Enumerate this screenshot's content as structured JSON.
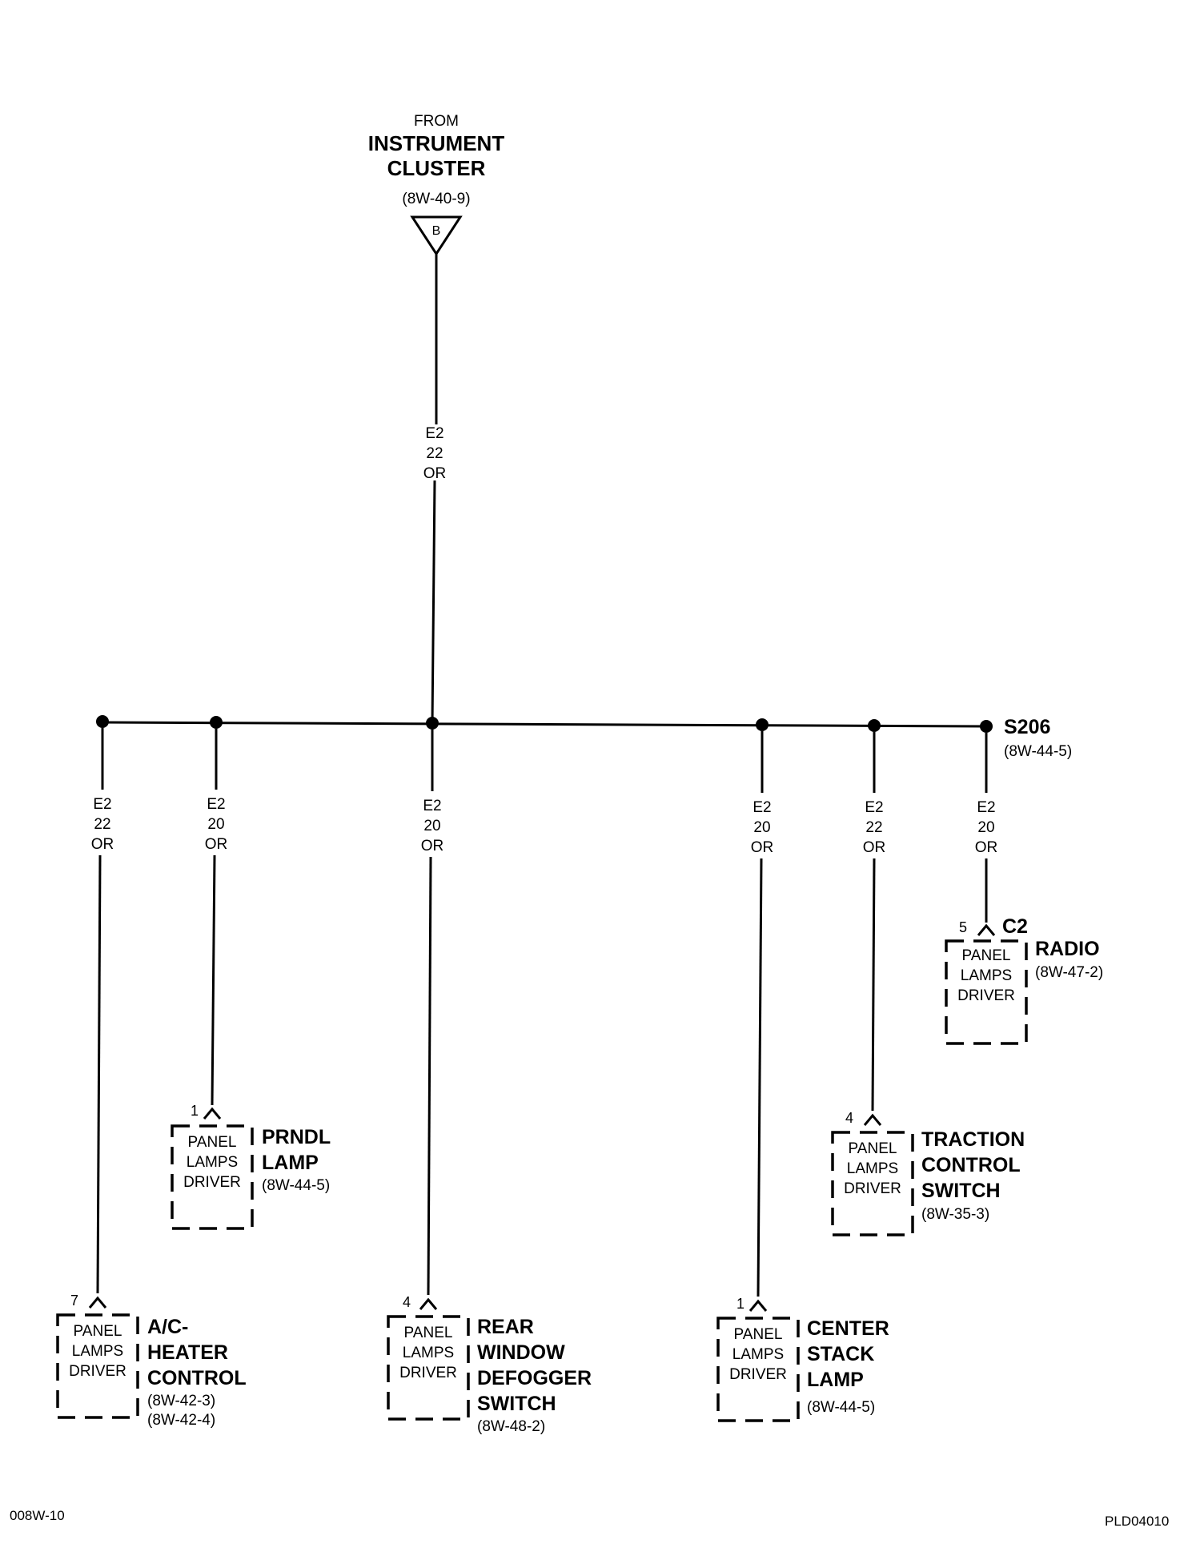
{
  "source": {
    "from_label": "FROM",
    "name_line1": "INSTRUMENT",
    "name_line2": "CLUSTER",
    "ref": "(8W-40-9)",
    "connector_pin": "B"
  },
  "main_wire": {
    "circuit": "E2",
    "gauge": "22",
    "color": "OR"
  },
  "splice": {
    "id": "S206",
    "ref": "(8W-44-5)"
  },
  "branches": [
    {
      "circuit": "E2",
      "gauge": "22",
      "color": "OR",
      "pin": "7",
      "box_lines": [
        "PANEL",
        "LAMPS",
        "DRIVER"
      ],
      "name_lines": [
        "A/C-",
        "HEATER",
        "CONTROL"
      ],
      "refs": [
        "(8W-42-3)",
        "(8W-42-4)"
      ]
    },
    {
      "circuit": "E2",
      "gauge": "20",
      "color": "OR",
      "pin": "1",
      "box_lines": [
        "PANEL",
        "LAMPS",
        "DRIVER"
      ],
      "name_lines": [
        "PRNDL",
        "LAMP"
      ],
      "refs": [
        "(8W-44-5)"
      ]
    },
    {
      "circuit": "E2",
      "gauge": "20",
      "color": "OR",
      "pin": "4",
      "box_lines": [
        "PANEL",
        "LAMPS",
        "DRIVER"
      ],
      "name_lines": [
        "REAR",
        "WINDOW",
        "DEFOGGER",
        "SWITCH"
      ],
      "refs": [
        "(8W-48-2)"
      ]
    },
    {
      "circuit": "E2",
      "gauge": "20",
      "color": "OR",
      "pin": "1",
      "box_lines": [
        "PANEL",
        "LAMPS",
        "DRIVER"
      ],
      "name_lines": [
        "CENTER",
        "STACK",
        "LAMP"
      ],
      "refs": [
        "(8W-44-5)"
      ]
    },
    {
      "circuit": "E2",
      "gauge": "22",
      "color": "OR",
      "pin": "4",
      "box_lines": [
        "PANEL",
        "LAMPS",
        "DRIVER"
      ],
      "name_lines": [
        "TRACTION",
        "CONTROL",
        "SWITCH"
      ],
      "refs": [
        "(8W-35-3)"
      ]
    },
    {
      "circuit": "E2",
      "gauge": "20",
      "color": "OR",
      "pin": "5",
      "connector": "C2",
      "box_lines": [
        "PANEL",
        "LAMPS",
        "DRIVER"
      ],
      "name_lines": [
        "RADIO"
      ],
      "refs": [
        "(8W-47-2)"
      ]
    }
  ],
  "footer": {
    "left": "008W-10",
    "right": "PLD04010"
  }
}
